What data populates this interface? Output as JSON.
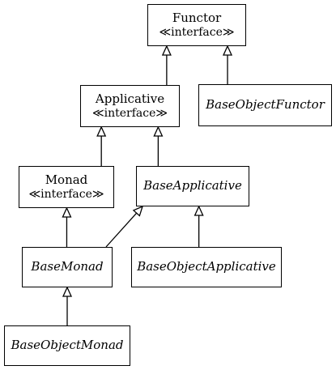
{
  "stereotype": "≪interface≫",
  "nodes": {
    "functor": {
      "name": "Functor",
      "interface": true
    },
    "applicative": {
      "name": "Applicative",
      "interface": true
    },
    "monad": {
      "name": "Monad",
      "interface": true
    },
    "base_object_functor": {
      "name": "BaseObjectFunctor",
      "interface": false
    },
    "base_applicative": {
      "name": "BaseApplicative",
      "interface": false
    },
    "base_monad": {
      "name": "BaseMonad",
      "interface": false
    },
    "base_object_applicative": {
      "name": "BaseObjectApplicative",
      "interface": false
    },
    "base_object_monad": {
      "name": "BaseObjectMonad",
      "interface": false
    }
  },
  "edges": [
    {
      "from": "applicative",
      "to": "functor"
    },
    {
      "from": "base_object_functor",
      "to": "functor"
    },
    {
      "from": "monad",
      "to": "applicative"
    },
    {
      "from": "base_applicative",
      "to": "applicative"
    },
    {
      "from": "base_monad",
      "to": "monad"
    },
    {
      "from": "base_monad",
      "to": "base_applicative"
    },
    {
      "from": "base_object_applicative",
      "to": "base_applicative"
    },
    {
      "from": "base_object_monad",
      "to": "base_monad"
    }
  ]
}
